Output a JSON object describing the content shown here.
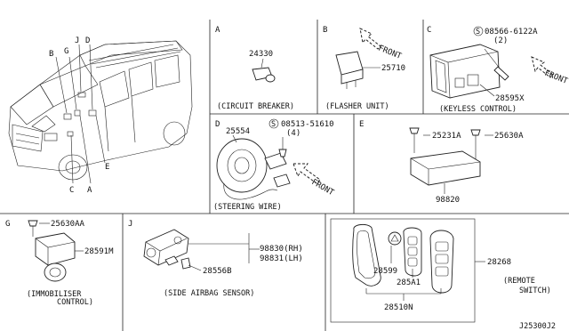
{
  "vehicle": {
    "callouts": [
      "B",
      "G",
      "J",
      "D",
      "E",
      "C",
      "A"
    ]
  },
  "sections": {
    "A": {
      "letter": "A",
      "parts": [
        "24330"
      ],
      "caption": "(CIRCUIT BREAKER)"
    },
    "B": {
      "letter": "B",
      "parts": [
        "25710"
      ],
      "caption": "(FLASHER UNIT)",
      "direction": "FRONT"
    },
    "C": {
      "letter": "C",
      "parts": [
        "08566-6122A",
        "(2)",
        "28595X"
      ],
      "bolt_prefix": "S",
      "caption": "(KEYLESS CONTROL)",
      "direction": "FRONT"
    },
    "D": {
      "letter": "D",
      "parts": [
        "25554",
        "08513-51610",
        "(4)"
      ],
      "bolt_prefix": "S",
      "caption": "(STEERING WIRE)",
      "direction": "FRONT"
    },
    "E": {
      "letter": "E",
      "parts": [
        "25231A",
        "25630A",
        "98820"
      ]
    },
    "G": {
      "letter": "G",
      "parts": [
        "25630AA",
        "28591M"
      ],
      "caption_line1": "(IMMOBILISER",
      "caption_line2": "CONTROL)"
    },
    "J": {
      "letter": "J",
      "parts": [
        "98830(RH)",
        "98831(LH)",
        "28556B"
      ],
      "caption": "(SIDE AIRBAG SENSOR)"
    },
    "REMOTE": {
      "parts": [
        "28599",
        "285A1",
        "28510N",
        "28268"
      ],
      "caption_line1": "(REMOTE",
      "caption_line2": "SWITCH)"
    }
  },
  "diagram_code": "J25300J2"
}
